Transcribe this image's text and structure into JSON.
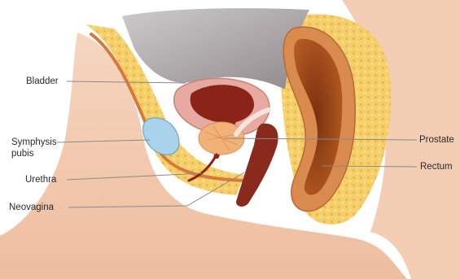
{
  "labels": {
    "bladder": "Bladder",
    "symphysis_line1": "Symphysis",
    "symphysis_line2": "pubis",
    "urethra": "Urethra",
    "neovagina": "Neovagina",
    "prostate": "Prostate",
    "rectum": "Rectum"
  },
  "colors": {
    "skin": "#f3cdb4",
    "skin_shadow": "#e8b79a",
    "fat": "#f5cf6a",
    "fat_dot": "#e8b34e",
    "peritoneum_gray": "#b9b4b6",
    "peritoneum_dark": "#8f898c",
    "bladder_wall": "#e7a9a0",
    "bladder_lumen": "#8a2418",
    "prostate": "#f1b27a",
    "rectum_wall": "#d98a4e",
    "rectum_lumen": "#8c3c14",
    "neovagina": "#8a2a1c",
    "bone": "#a9d3ea",
    "vessel": "#d7793f",
    "leader_line": "#8a8a8a",
    "label_text": "#2a2a2a"
  }
}
